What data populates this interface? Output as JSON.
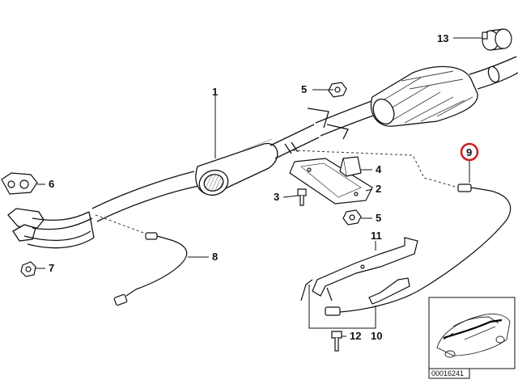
{
  "diagram": {
    "callouts": {
      "c1": "1",
      "c2": "2",
      "c3": "3",
      "c4": "4",
      "c5a": "5",
      "c5b": "5",
      "c6": "6",
      "c7": "7",
      "c8": "8",
      "c9": "9",
      "c10": "10",
      "c11": "11",
      "c12": "12",
      "c13": "13"
    },
    "reference_number": "00016241",
    "highlight_color": "#cc1f1f"
  }
}
